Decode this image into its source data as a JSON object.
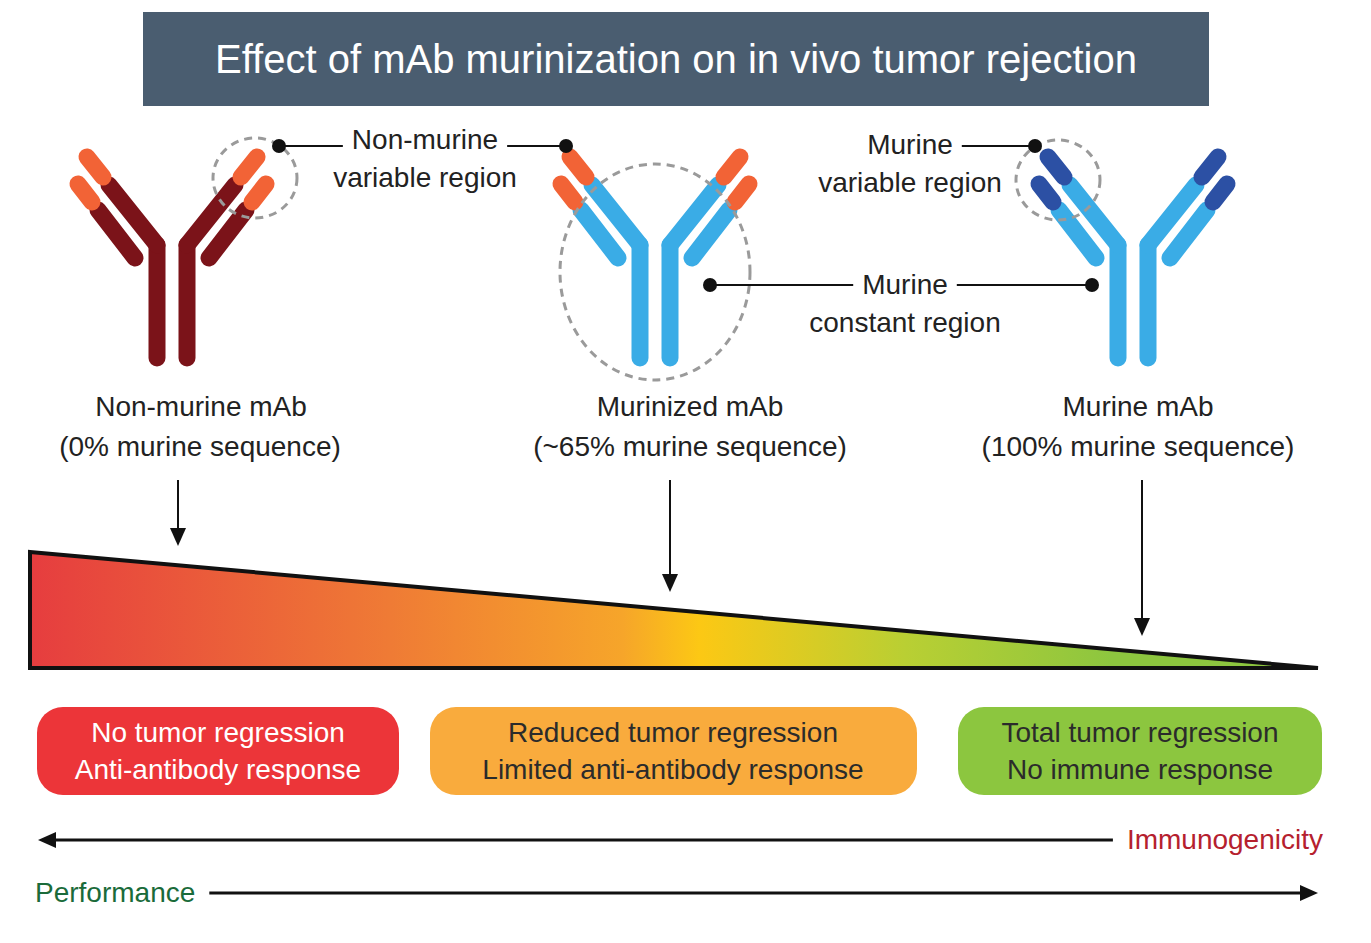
{
  "diagram": {
    "title": "Effect of mAb murinization on in vivo tumor rejection",
    "nodes": [
      {
        "text": [
          "No tumor regression",
          "Anti-antibody response"
        ]
      },
      {
        "text": [
          "Reduced tumor regression",
          "Limited anti-antibody response"
        ]
      },
      {
        "text": [
          "Total tumor regression",
          "No immune response"
        ]
      }
    ],
    "labels": [
      "Non-murine variable region",
      "Murine variable region",
      "Murine constant region",
      "Non-murine mAb",
      "(0% murine sequence)",
      "Murinized mAb",
      "(~65% murine sequence)",
      "Murine mAb",
      "(100% murine sequence)",
      "Immunogenicity",
      "Performance"
    ]
  }
}
